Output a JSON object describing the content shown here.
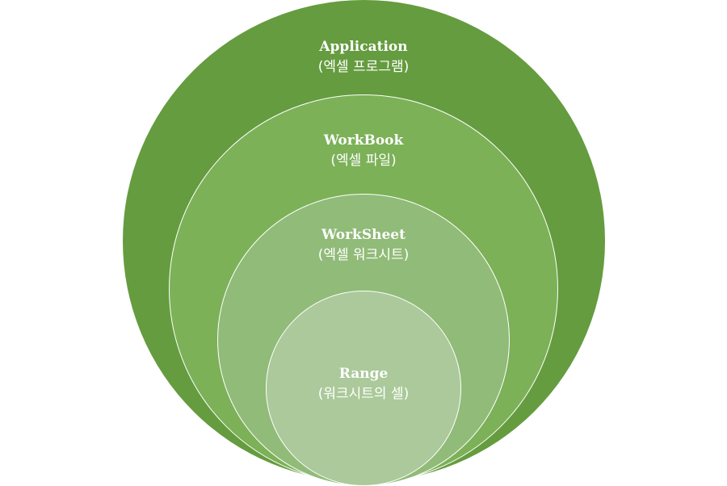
{
  "colors": {
    "application": "#659c3f",
    "workbook": "#7cb158",
    "worksheet": "#91bb78",
    "range": "#abc99a",
    "text": "#ffffff"
  },
  "circles": {
    "application": {
      "title": "Application",
      "subtitle": "(엑셀 프로그램)"
    },
    "workbook": {
      "title": "WorkBook",
      "subtitle": "(엑셀 파일)"
    },
    "worksheet": {
      "title": "WorkSheet",
      "subtitle": "(엑셀 워크시트)"
    },
    "range": {
      "title": "Range",
      "subtitle": "(워크시트의 셀)"
    }
  }
}
